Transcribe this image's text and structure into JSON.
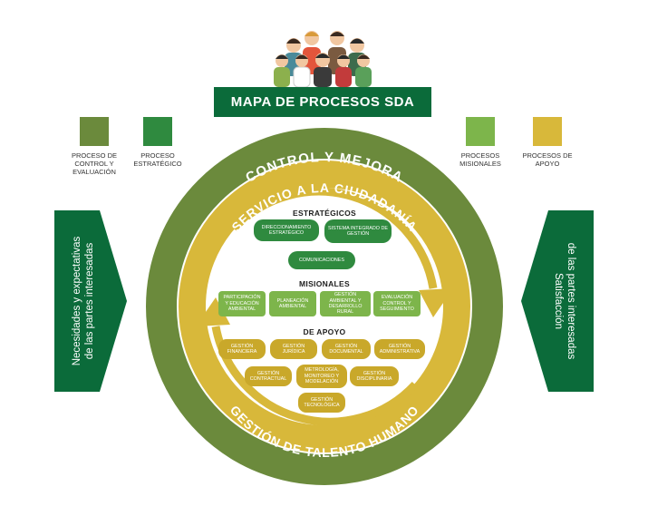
{
  "title": "MAPA DE PROCESOS SDA",
  "legend": [
    {
      "label": "PROCESO DE CONTROL Y EVALUACIÓN",
      "color": "#6b8a3c"
    },
    {
      "label": "PROCESO ESTRATÉGICO",
      "color": "#2f8a3f"
    },
    {
      "label": "PROCESOS MISIONALES",
      "color": "#7db54b"
    },
    {
      "label": "PROCESOS DE APOYO",
      "color": "#d8b83a"
    }
  ],
  "left_arrow": {
    "line1": "Necesidades y expectativas",
    "line2": "de las partes interesadas"
  },
  "right_arrow": {
    "line1": "Satisfacción",
    "line2": "de las partes interesadas"
  },
  "outer_ring": "CONTROL Y MEJORA",
  "middle_top": "SERVICIO A LA CIUDADANÍA",
  "middle_bottom": "GESTIÓN DE TALENTO HUMANO",
  "sections": {
    "estrategicos": {
      "title": "ESTRATÉGICOS",
      "items": [
        "DIRECCIONAMIENTO ESTRATÉGICO",
        "SISTEMA INTEGRADO DE GESTIÓN",
        "COMUNICACIONES"
      ]
    },
    "misionales": {
      "title": "MISIONALES",
      "items": [
        "PARTICIPACIÓN Y EDUCACIÓN AMBIENTAL",
        "PLANEACIÓN AMBIENTAL",
        "GESTIÓN AMBIENTAL Y DESARROLLO RURAL",
        "EVALUACIÓN CONTROL Y SEGUIMIENTO"
      ]
    },
    "apoyo": {
      "title": "DE APOYO",
      "items": [
        "GESTIÓN FINANCIERA",
        "GESTIÓN JURÍDICA",
        "GESTIÓN DOCUMENTAL",
        "GESTIÓN ADMINISTRATIVA",
        "GESTIÓN CONTRACTUAL",
        "METROLOGÍA, MONITOREO Y MODELACIÓN",
        "GESTIÓN DISCIPLINARIA",
        "GESTIÓN TECNOLÓGICA"
      ]
    }
  },
  "colors": {
    "dark_green": "#0b6b3a",
    "olive": "#6b8a3c",
    "gold": "#d8b83a"
  },
  "icons": [
    "people-group-icon"
  ]
}
